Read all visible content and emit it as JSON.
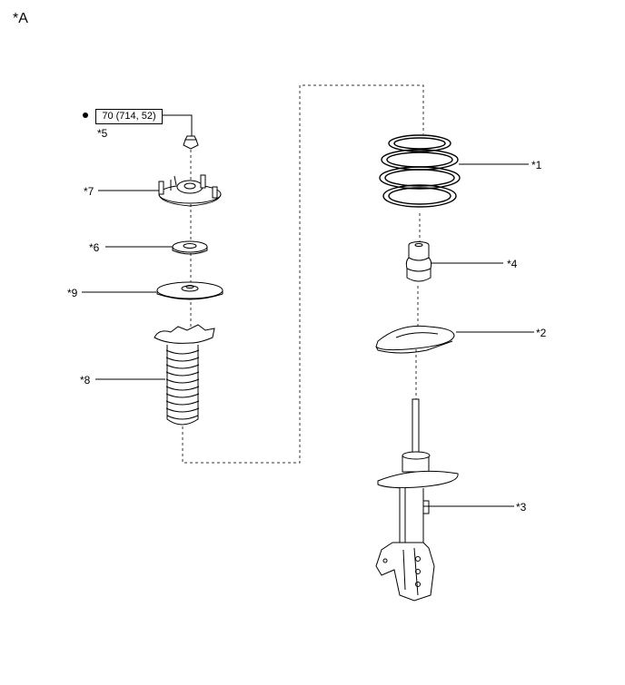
{
  "diagram": {
    "view_label": "*A",
    "torque_spec": "70 (714, 52)",
    "callouts": {
      "c1": "*1",
      "c2": "*2",
      "c3": "*3",
      "c4": "*4",
      "c5": "*5",
      "c6": "*6",
      "c7": "*7",
      "c8": "*8",
      "c9": "*9"
    }
  }
}
